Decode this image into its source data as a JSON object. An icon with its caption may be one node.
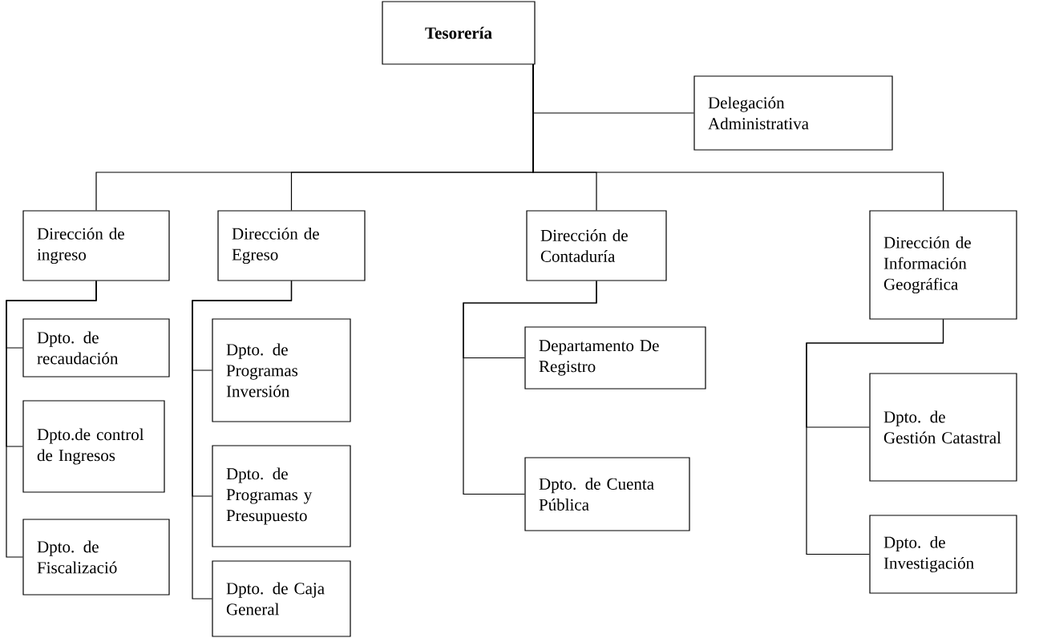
{
  "diagram": {
    "nodes": [
      {
        "text": [
          "Tesorería"
        ]
      },
      {
        "text": [
          "Delegación Administrativa"
        ]
      },
      {
        "text": [
          "Dirección de ingreso"
        ]
      },
      {
        "text": [
          "Dirección de Egreso"
        ]
      },
      {
        "text": [
          "Dirección de Contaduría"
        ]
      },
      {
        "text": [
          "Dirección de Información Geográfica"
        ]
      },
      {
        "text": [
          "Dpto. de recaudación"
        ]
      },
      {
        "text": [
          "Dpto.de control de Ingresos"
        ]
      },
      {
        "text": [
          "Dpto. de Fiscalizació"
        ]
      },
      {
        "text": [
          "Dpto. de Programas Inversión"
        ]
      },
      {
        "text": [
          "Dpto. de Programas y Presupuesto"
        ]
      },
      {
        "text": [
          "Dpto. de Caja General"
        ]
      },
      {
        "text": [
          "Departamento De Registro"
        ]
      },
      {
        "text": [
          "Dpto. de Cuenta Pública"
        ]
      },
      {
        "text": [
          "Dpto. de Gestión Catastral"
        ]
      },
      {
        "text": [
          "Dpto. de Investigación"
        ]
      }
    ],
    "edges": [
      {
        "from": 0,
        "to": 1,
        "arrow": "none"
      },
      {
        "from": 0,
        "to": 2,
        "arrow": "none"
      },
      {
        "from": 0,
        "to": 3,
        "arrow": "none"
      },
      {
        "from": 0,
        "to": 4,
        "arrow": "none"
      },
      {
        "from": 0,
        "to": 5,
        "arrow": "none"
      },
      {
        "from": 2,
        "to": 6,
        "arrow": "none"
      },
      {
        "from": 2,
        "to": 7,
        "arrow": "none"
      },
      {
        "from": 2,
        "to": 8,
        "arrow": "none"
      },
      {
        "from": 3,
        "to": 9,
        "arrow": "none"
      },
      {
        "from": 3,
        "to": 10,
        "arrow": "none"
      },
      {
        "from": 3,
        "to": 11,
        "arrow": "none"
      },
      {
        "from": 4,
        "to": 12,
        "arrow": "none"
      },
      {
        "from": 4,
        "to": 13,
        "arrow": "none"
      },
      {
        "from": 5,
        "to": 14,
        "arrow": "none"
      },
      {
        "from": 5,
        "to": 15,
        "arrow": "none"
      }
    ]
  }
}
